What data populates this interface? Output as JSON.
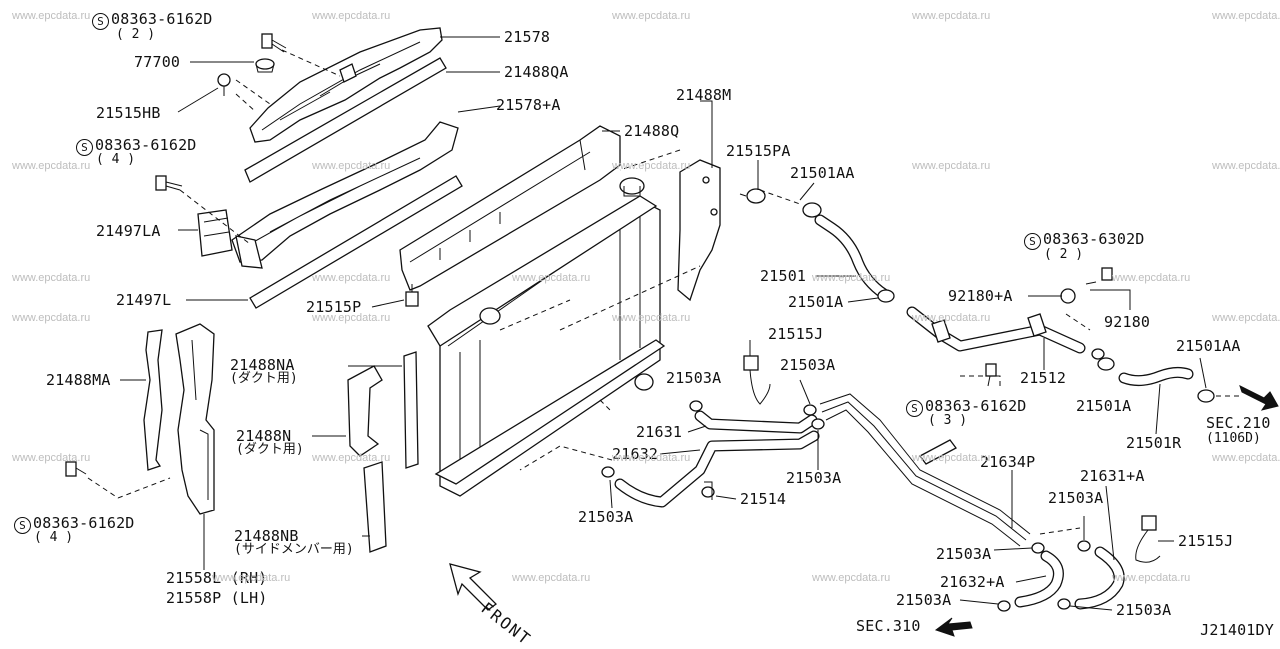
{
  "diagram": {
    "watermark": "www.epcdata.ru",
    "code": "J21401DY",
    "front": "FRONT",
    "s_mark": "S",
    "labels": {
      "bolt_top": "08363-6162D",
      "bolt_top_qty": "( 2 )",
      "p21578": "21578",
      "p77700": "77700",
      "p21488QA": "21488QA",
      "p21515HB": "21515HB",
      "p21578A": "21578+A",
      "bolt_left": "08363-6162D",
      "bolt_left_qty": "( 4 )",
      "p21488Q": "21488Q",
      "p21488M": "21488M",
      "p21515PA": "21515PA",
      "p21501AA_top": "21501AA",
      "p21497LA": "21497LA",
      "bolt_right": "08363-6302D",
      "bolt_right_qty": "( 2 )",
      "p21501": "21501",
      "p21501A_top": "21501A",
      "p92180A": "92180+A",
      "p21497L": "21497L",
      "p21515P": "21515P",
      "p92180": "92180",
      "p21515J_top": "21515J",
      "p21488NA": "21488NA",
      "p21488NA_sub": "(ダクト用)",
      "p21501AA_right": "21501AA",
      "p21488MA": "21488MA",
      "p21503A_1": "21503A",
      "p21503A_2": "21503A",
      "p21512": "21512",
      "bolt_mid": "08363-6162D",
      "bolt_mid_qty": "( 3 )",
      "p21501A_right": "21501A",
      "sec210": "SEC.210",
      "sec210_sub": "(1106D)",
      "p21631": "21631",
      "p21488N": "21488N",
      "p21488N_sub": "(ダクト用)",
      "p21501R": "21501R",
      "p21632": "21632",
      "p21503A_3": "21503A",
      "p21634P": "21634P",
      "p21631A": "21631+A",
      "p21514": "21514",
      "bolt_bottom": "08363-6162D",
      "bolt_bottom_qty": "( 4 )",
      "p21503A_4": "21503A",
      "p21503A_5": "21503A",
      "p21488NB": "21488NB",
      "p21488NB_sub": "(サイドメンバー用)",
      "p21515J_right": "21515J",
      "p21503A_6": "21503A",
      "p21558L": "21558L (RH)",
      "p21632A": "21632+A",
      "p21558P": "21558P (LH)",
      "p21503A_7": "21503A",
      "p21503A_8": "21503A",
      "sec310": "SEC.310"
    }
  }
}
